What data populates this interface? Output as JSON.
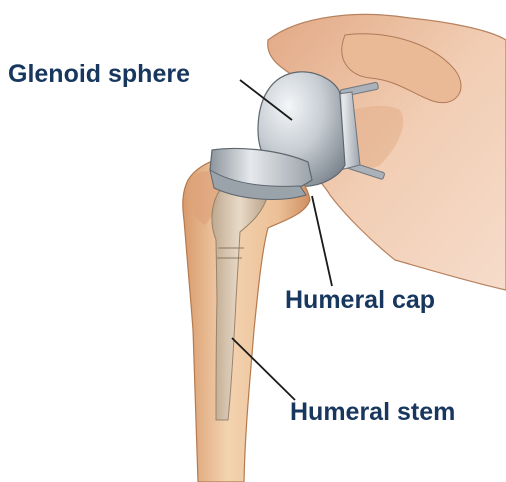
{
  "diagram": {
    "labels": {
      "glenoid_sphere": "Glenoid sphere",
      "humeral_cap": "Humeral cap",
      "humeral_stem": "Humeral stem"
    },
    "colors": {
      "label_text": "#17375e",
      "leader_line": "#1a1a1a",
      "scapula": "#e8b99a",
      "humerus_bone": "#efc9a2",
      "metal": "#c9ced3"
    }
  }
}
